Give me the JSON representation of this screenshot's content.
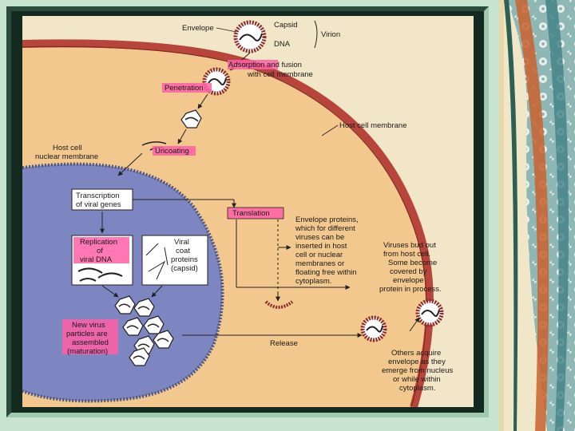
{
  "labels": {
    "envelope": "Envelope",
    "capsid": "Capsid",
    "dna": "DNA",
    "virion": "Virion",
    "adsorption_line1": "Adsorption and fusion",
    "adsorption_line2": "with cell membrane",
    "penetration": "Penetration",
    "host_cell_membrane": "Host cell membrane",
    "nuclear_line1": "Host cell",
    "nuclear_line2": "nuclear membrane",
    "uncoating": "Uncoating",
    "transcription_line1": "Transcription",
    "transcription_line2": "of viral genes",
    "translation": "Translation",
    "replication_line1": "Replication",
    "replication_line2": "of",
    "replication_line3": "viral DNA",
    "coat_line1": "Viral",
    "coat_line2": "coat",
    "coat_line3": "proteins",
    "coat_line4": "(capsid)",
    "env_line1": "Envelope proteins,",
    "env_line2": "which for different",
    "env_line3": "viruses can be",
    "env_line4": "inserted in host",
    "env_line5": "cell or nuclear",
    "env_line6": "membranes or",
    "env_line7": "floating free within",
    "env_line8": "cytoplasm.",
    "bud_line1": "Viruses bud out",
    "bud_line2": "from host cell.",
    "bud_line3": "Some become",
    "bud_line4": "covered by",
    "bud_line5": "envelope",
    "bud_line6": "protein in process.",
    "assembled_line1": "New virus",
    "assembled_line2": "particles are",
    "assembled_line3": "assembled",
    "assembled_line4": "(maturation)",
    "release": "Release",
    "others_line1": "Others acquire",
    "others_line2": "envelope as they",
    "others_line3": "emerge from nucleus",
    "others_line4": "or while within",
    "others_line5": "cytoplasm."
  },
  "colors": {
    "cytoplasm": "#f2c88e",
    "membrane": "#b8453c",
    "nucleus": "#7d86c0",
    "highlight": "#ff5fa6",
    "page_bg": "#c6e4cf"
  }
}
